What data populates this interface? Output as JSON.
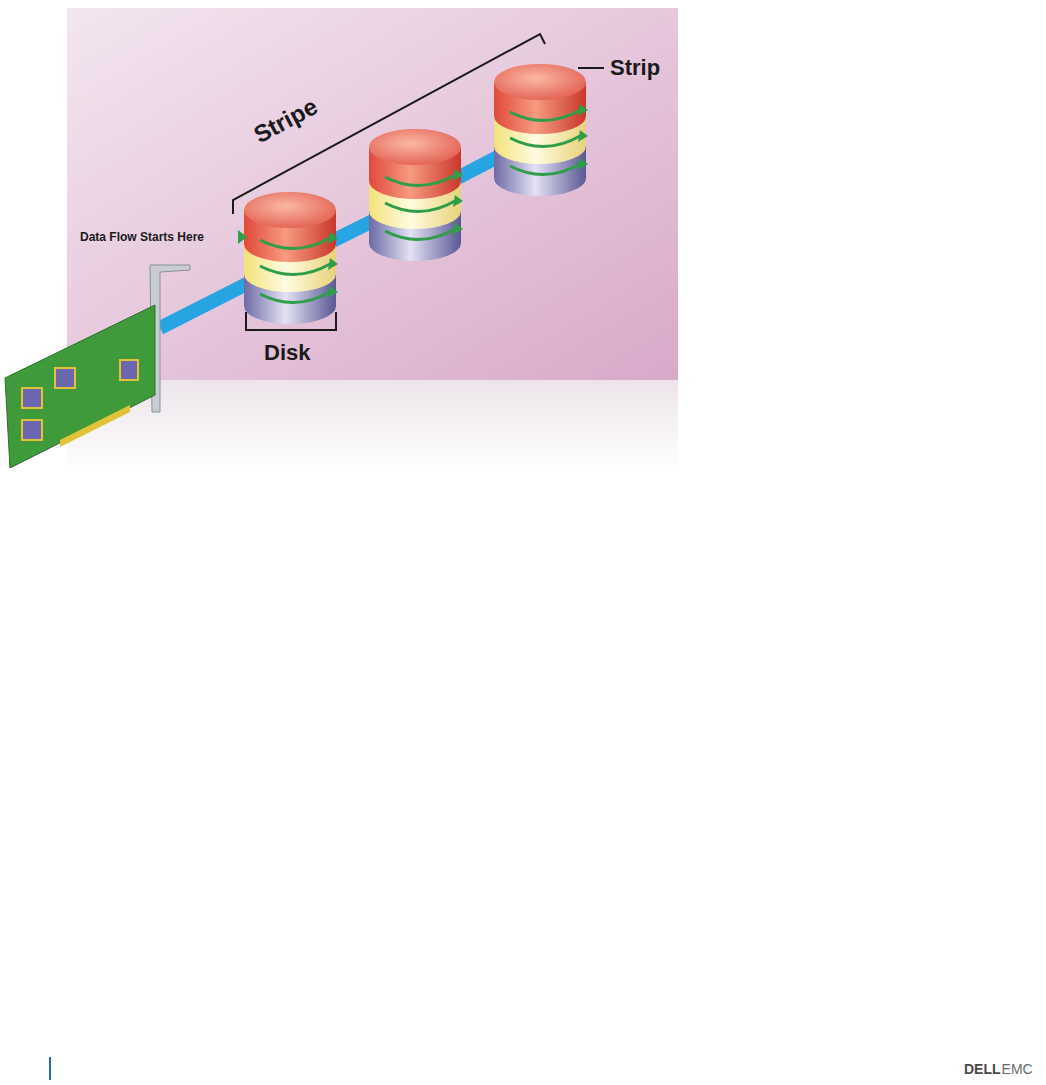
{
  "diagram": {
    "labels": [
      "Stripe",
      "Strip",
      "Data Flow Starts Here",
      "Disk",
      "DELL",
      "EMC"
    ]
  }
}
